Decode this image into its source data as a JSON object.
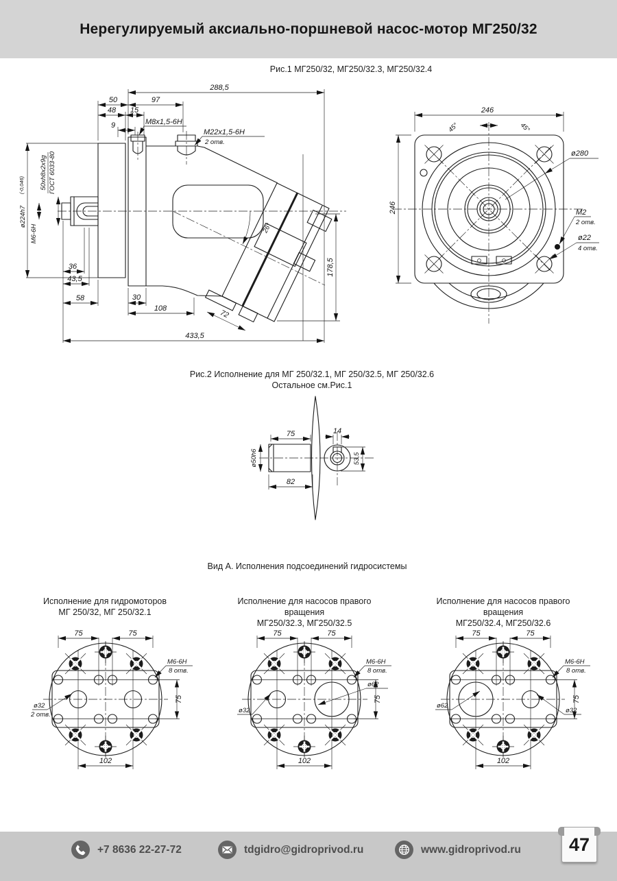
{
  "header": {
    "title": "Нерегулируемый аксиально-поршневой насос-мотор МГ250/32"
  },
  "fig1": {
    "caption": "Рис.1 МГ250/32, МГ250/32.3, МГ250/32.4",
    "side": {
      "dim_overall": "288,5",
      "dim_50": "50",
      "dim_97": "97",
      "dim_48": "48",
      "dim_15": "15",
      "dim_9": "9",
      "thread_m8": "M8x1,5-6Н",
      "thread_m22": "M22x1,5-6Н",
      "thread_m22_holes": "2 отв.",
      "spline": "50xh8x2x9g",
      "spline_gost": "ГОСТ 6033-80",
      "shaft_thread": "М6-6Н",
      "dia_flange": "ø224h7",
      "dia_flange_tol": "(-0,046)",
      "dim_36": "36",
      "dim_43_5": "43,5",
      "dim_58": "58",
      "dim_30": "30",
      "dim_108": "108",
      "dim_72": "72",
      "dim_length": "433,5",
      "dim_height": "178,5",
      "angle": "26°"
    },
    "front": {
      "dim_width": "246",
      "dim_height": "246",
      "angle_left": "45°",
      "angle_right": "45°",
      "dia_280": "ø280",
      "thread_m2": "М2",
      "thread_m2_holes": "2 отв.",
      "dia_22": "ø22",
      "dia_22_holes": "4 отв."
    }
  },
  "fig2": {
    "caption_line1": "Рис.2 Исполнение для МГ 250/32.1, МГ 250/32.5, МГ 250/32.6",
    "caption_line2": "Остальное см.Рис.1",
    "dims": {
      "dim_75": "75",
      "dim_82": "82",
      "dim_14": "14",
      "dim_53_5": "53,5",
      "dia_shaft": "ø50h6"
    }
  },
  "view_a": {
    "title": "Вид А. Исполнения подсоединений гидросистемы",
    "panels": [
      {
        "caption_line1": "Исполнение для гидромоторов",
        "caption_line2": "МГ 250/32, МГ 250/32.1",
        "dim_75_left": "75",
        "dim_75_right": "75",
        "thread": "M6-6Н",
        "thread_holes": "8 отв.",
        "port_left": "ø32",
        "port_left_holes": "2 отв.",
        "dim_75_vert": "75",
        "dim_102": "102"
      },
      {
        "caption_line1": "Исполнение для насосов правого вращения",
        "caption_line2": "МГ250/32.3, МГ250/32.5",
        "dim_75_left": "75",
        "dim_75_right": "75",
        "thread": "M6-6Н",
        "thread_holes": "8 отв.",
        "port_left": "ø32",
        "port_right": "ø62",
        "dim_75_vert": "75",
        "dim_102": "102"
      },
      {
        "caption_line1": "Исполнение для насосов правого вращения",
        "caption_line2": "МГ250/32.4, МГ250/32.6",
        "dim_75_left": "75",
        "dim_75_right": "75",
        "thread": "M6-6Н",
        "thread_holes": "8 отв.",
        "port_left": "ø62",
        "port_right": "ø32",
        "dim_75_vert": "75",
        "dim_102": "102"
      }
    ]
  },
  "footer": {
    "phone": "+7 8636 22-27-72",
    "email": "tdgidro@gidroprivod.ru",
    "website": "www.gidroprivod.ru",
    "page_number": "47",
    "icons": {
      "phone": "phone-icon",
      "email": "mail-icon",
      "website": "globe-icon"
    }
  },
  "colors": {
    "header_bg": "#d4d4d4",
    "footer_bg": "#c8c8c8",
    "icon_bg": "#656565",
    "line": "#1c1c1c"
  }
}
